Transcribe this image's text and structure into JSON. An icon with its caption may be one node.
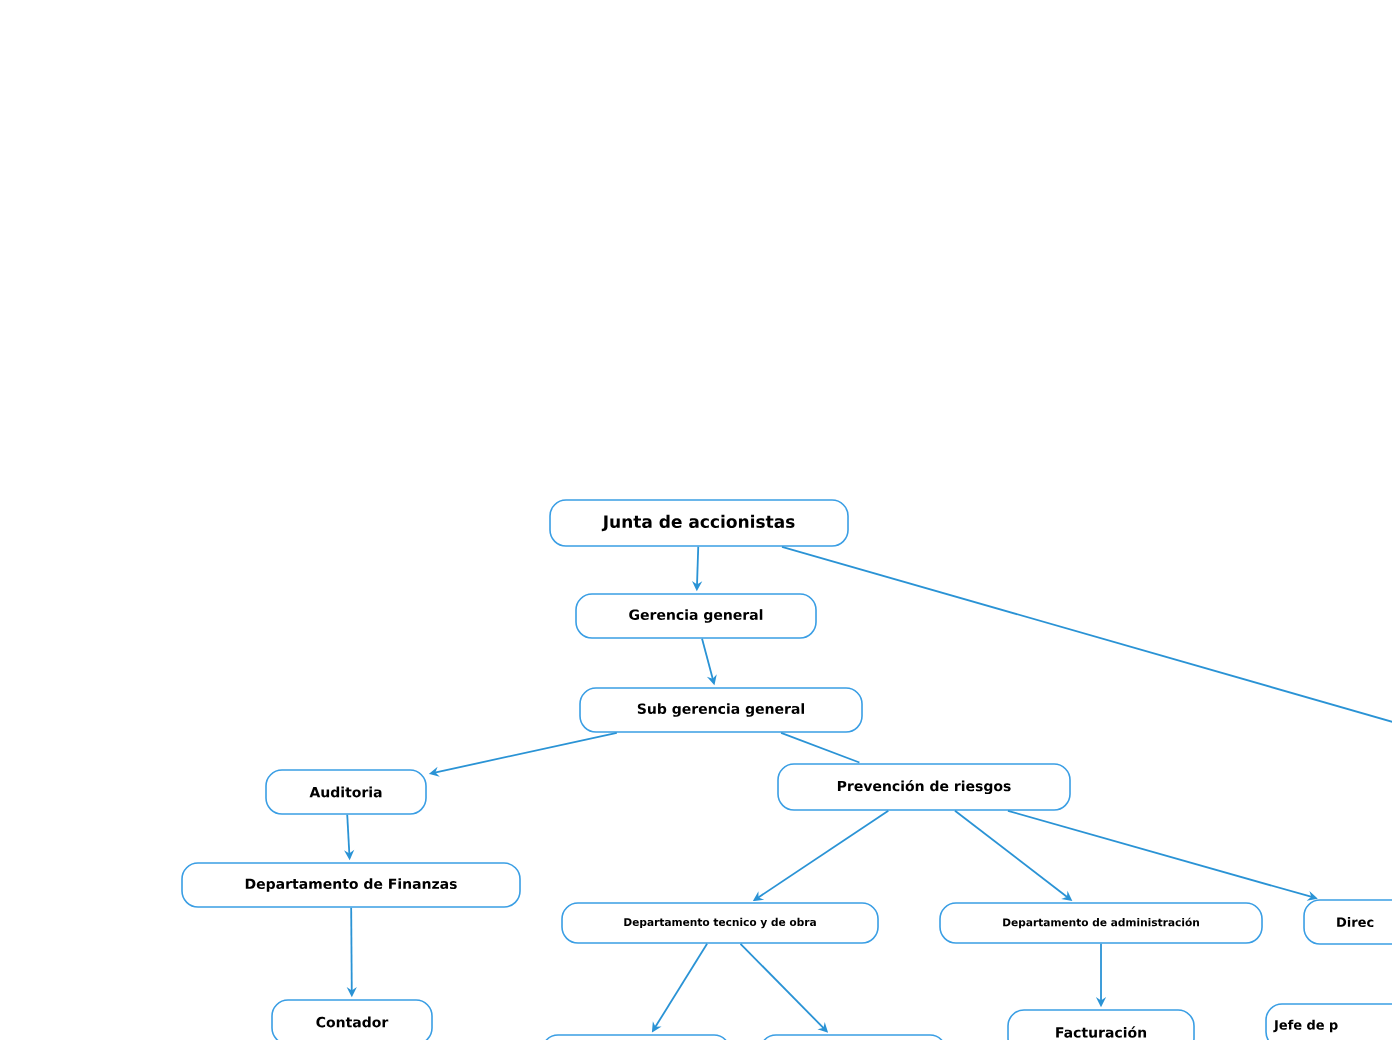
{
  "diagram": {
    "nodes": [
      {
        "text": [
          "Junta de accionistas"
        ]
      },
      {
        "text": [
          "Gerencia general"
        ]
      },
      {
        "text": [
          "Sub gerencia general"
        ]
      },
      {
        "text": [
          "Auditoria"
        ]
      },
      {
        "text": [
          "Prevención de riesgos"
        ]
      },
      {
        "text": [
          "Departamento de Finanzas"
        ]
      },
      {
        "text": [
          "Departamento tecnico y de obra"
        ]
      },
      {
        "text": [
          "Departamento de administración"
        ]
      },
      {
        "text": [
          "Direc"
        ]
      },
      {
        "text": [
          "Contador"
        ]
      },
      {
        "text": [
          "Facturación"
        ]
      },
      {
        "text": [
          "Jefe de p"
        ]
      },
      {
        "text": [],
        "shape": "box"
      },
      {
        "text": [],
        "shape": "box"
      }
    ],
    "edges": [
      {
        "from": 0,
        "to": 1,
        "arrow": "to"
      },
      {
        "from": 1,
        "to": 2,
        "arrow": "to"
      },
      {
        "from": 2,
        "to": 3,
        "arrow": "to"
      },
      {
        "from": 2,
        "to": 4,
        "arrow": "none"
      },
      {
        "from": 3,
        "to": 5,
        "arrow": "to"
      },
      {
        "from": 5,
        "to": 9,
        "arrow": "to"
      },
      {
        "from": 4,
        "to": 6,
        "arrow": "to"
      },
      {
        "from": 4,
        "to": 7,
        "arrow": "to"
      },
      {
        "from": 4,
        "to": 8,
        "arrow": "to"
      },
      {
        "from": 6,
        "to": 12,
        "arrow": "to"
      },
      {
        "from": 6,
        "to": 13,
        "arrow": "to"
      },
      {
        "from": 7,
        "to": 10,
        "arrow": "to"
      },
      {
        "from": 0,
        "to": null,
        "arrow": "none"
      }
    ]
  }
}
